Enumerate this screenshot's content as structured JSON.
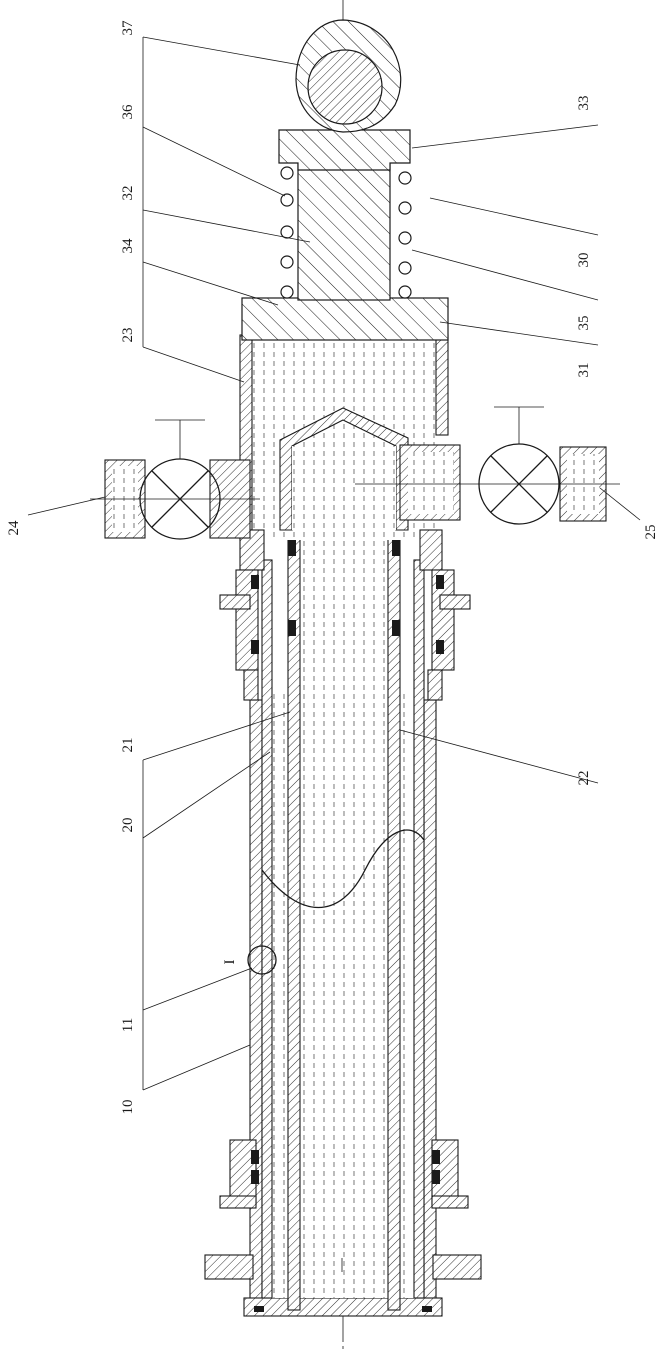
{
  "labels": {
    "n10": "10",
    "n11": "11",
    "n20": "20",
    "n21": "21",
    "n22": "22",
    "n23": "23",
    "n24": "24",
    "n25": "25",
    "n30": "30",
    "n31": "31",
    "n32": "32",
    "n33": "33",
    "n34": "34",
    "n35": "35",
    "n36": "36",
    "n37": "37",
    "detail": "I"
  }
}
